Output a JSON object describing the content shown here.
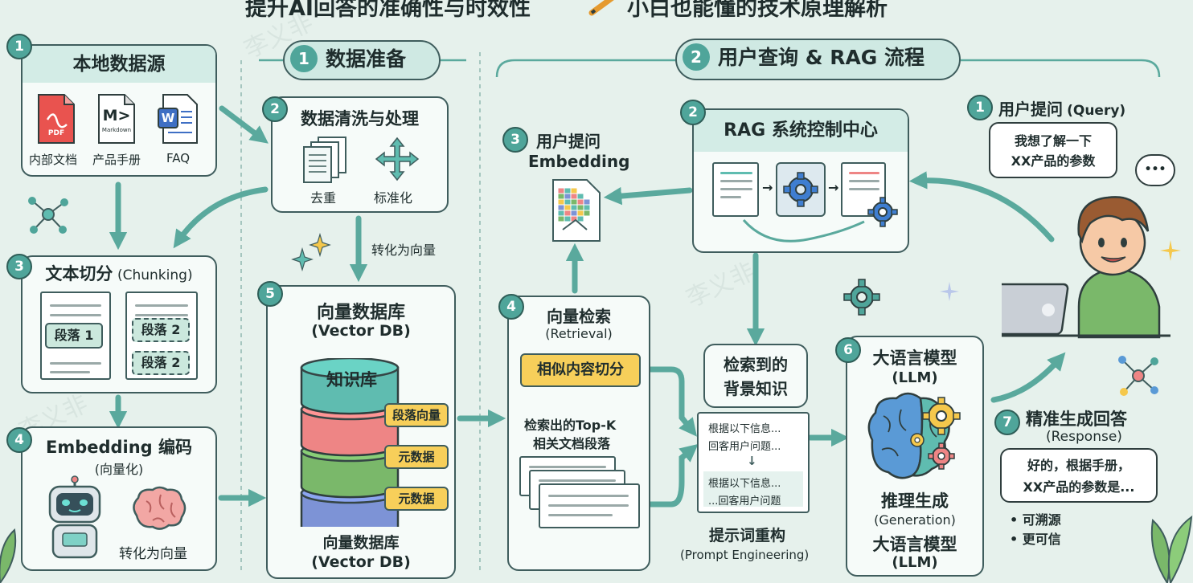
{
  "header": {
    "title_left": "提升AI回答的准确性与时效性",
    "title_right": "小白也能懂的技术原理解析"
  },
  "watermark": "李义非",
  "phases": [
    {
      "num": "1",
      "label": "数据准备"
    },
    {
      "num": "2",
      "label": "用户查询 & RAG 流程"
    }
  ],
  "local_source": {
    "num": "1",
    "title": "本地数据源",
    "files": [
      {
        "badge": "PDF",
        "caption": "内部文档",
        "icon": "pdf-file-icon"
      },
      {
        "badge": "M>",
        "sub": "Markdown",
        "caption": "产品手册",
        "icon": "markdown-file-icon"
      },
      {
        "badge": "W",
        "caption": "FAQ",
        "icon": "word-file-icon"
      }
    ]
  },
  "cleaning": {
    "num": "2",
    "title": "数据清洗与处理",
    "items": [
      {
        "caption": "去重",
        "icon": "documents-icon"
      },
      {
        "caption": "标准化",
        "icon": "move-arrows-icon"
      }
    ],
    "arrow_label": "转化为向量"
  },
  "chunking": {
    "num": "3",
    "title": "文本切分",
    "title_en": "(Chunking)",
    "chunks": [
      "段落 1",
      "段落 2",
      "段落 2"
    ]
  },
  "embedding": {
    "num": "4",
    "title": "Embedding 编码",
    "subtitle": "(向量化)",
    "caption": "转化为向量"
  },
  "vector_db": {
    "num": "5",
    "title": "向量数据库",
    "title_en": "(Vector DB)",
    "stack_label": "知识库",
    "tags": [
      "段落向量",
      "元数据",
      "元数据"
    ],
    "bottom_title": "向量数据库",
    "bottom_title_en": "(Vector DB)",
    "colors": {
      "teal": "#5fbcb0",
      "red": "#ee8585",
      "green": "#7ab86a",
      "blue": "#7d93d6"
    }
  },
  "retrieval": {
    "num": "4",
    "title": "向量检索",
    "title_en": "(Retrieval)",
    "highlight": "相似内容切分",
    "result_line1": "检索出的Top-K",
    "result_line2": "相关文档段落"
  },
  "query_embedding": {
    "num": "3",
    "title": "用户提问",
    "title_en": "Embedding"
  },
  "rag_center": {
    "num": "2",
    "title": "RAG 系统控制中心"
  },
  "user_query": {
    "num": "1",
    "title": "用户提问",
    "title_en": "(Query)",
    "bubble_line1": "我想了解一下",
    "bubble_line2": "XX产品的参数",
    "thought": "•••"
  },
  "context": {
    "title_line1": "检索到的",
    "title_line2": "背景知识",
    "prompt_lines": [
      "根据以下信息...",
      "回客用户问题...",
      "根据以下信息...",
      "...回客用户问题"
    ],
    "caption": "提示词重构",
    "caption_en": "(Prompt Engineering)"
  },
  "llm": {
    "num": "6",
    "title": "大语言模型",
    "title_en": "(LLM)",
    "gen_title": "推理生成",
    "gen_title_en": "(Generation)",
    "bottom_title": "大语言模型",
    "bottom_title_en": "(LLM)"
  },
  "response": {
    "num": "7",
    "title": "精准生成回答",
    "title_en": "(Response)",
    "bubble_line1": "好的，根据手册，",
    "bubble_line2": "XX产品的参数是...",
    "bullets": [
      "• 可溯源",
      "• 更可信"
    ]
  }
}
